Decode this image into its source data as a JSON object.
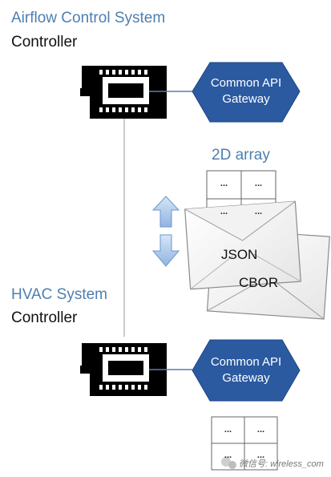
{
  "top_system": {
    "title": "Airflow Control System",
    "controller_label": "Controller",
    "gateway_line1": "Common API",
    "gateway_line2": "Gateway"
  },
  "middle": {
    "array_label": "2D array",
    "cells": [
      "...",
      "...",
      "...",
      "..."
    ],
    "envelope_front": "JSON",
    "envelope_back": "CBOR"
  },
  "bottom_system": {
    "title": "HVAC System",
    "controller_label": "Controller",
    "gateway_line1": "Common API",
    "gateway_line2": "Gateway",
    "cells": [
      "...",
      "...",
      "...",
      "..."
    ]
  },
  "watermark": "微信号: wireless_com",
  "colors": {
    "title_blue": "#4e7fb0",
    "gateway_fill": "#2b5aa0",
    "chip_black": "#000000",
    "arrow_blue": "#a9c8ec"
  }
}
